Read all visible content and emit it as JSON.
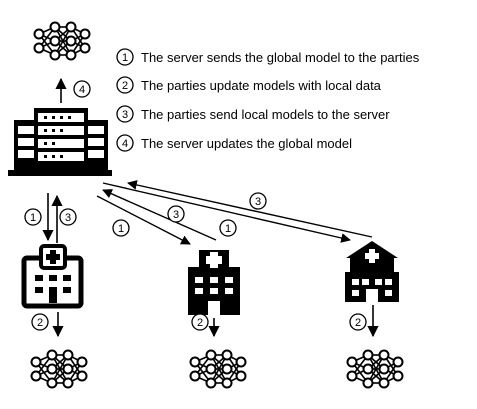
{
  "legend": {
    "items": [
      {
        "num": "1",
        "text": "The server sends the global model to the parties"
      },
      {
        "num": "2",
        "text": "The parties update models with local data"
      },
      {
        "num": "3",
        "text": "The parties send local models to the server"
      },
      {
        "num": "4",
        "text": "The server updates the global model"
      }
    ]
  },
  "steps": {
    "send": "1",
    "update_local": "2",
    "upload": "3",
    "aggregate": "4"
  },
  "icons": {
    "neural_network": "neural-network-icon",
    "server": "server-rack-icon",
    "hospital": "hospital-icon"
  },
  "colors": {
    "ink": "#000000",
    "background": "#ffffff"
  }
}
